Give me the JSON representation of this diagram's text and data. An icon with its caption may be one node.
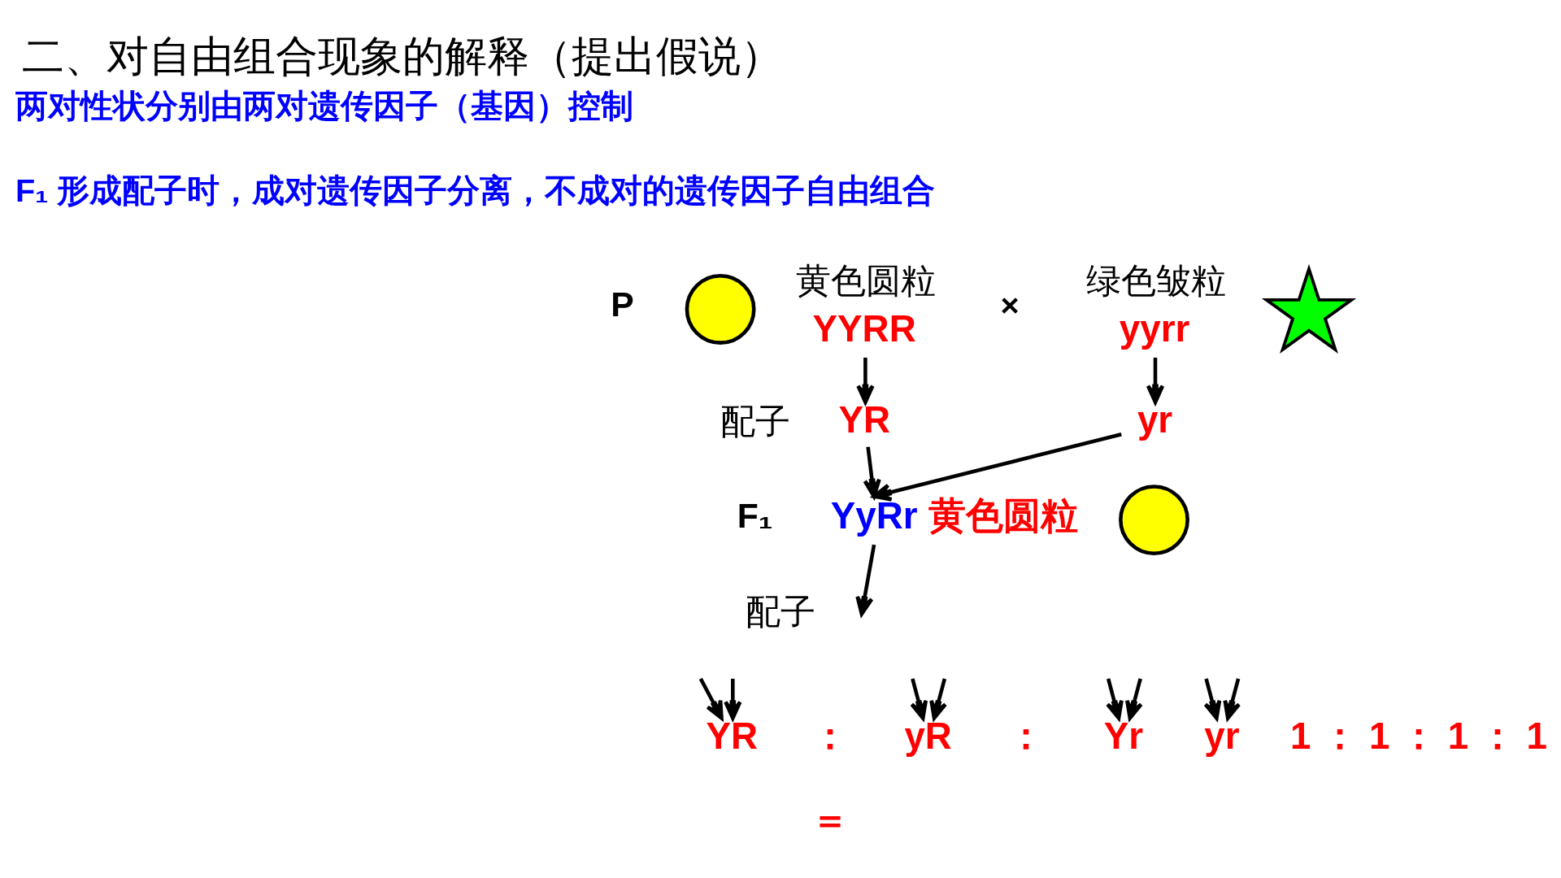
{
  "diagram": {
    "title": "二、对自由组合现象的解释（提出假说）",
    "nodes": [
      {
        "text": [],
        "shape": "circle"
      },
      {
        "text": [
          "YYRR"
        ],
        "beside": [
          "黄色圆粒"
        ]
      },
      {
        "text": [
          "yyrr"
        ],
        "beside": [
          "绿色皱粒"
        ]
      },
      {
        "text": [],
        "shape": "star"
      },
      {
        "text": [
          "YR"
        ]
      },
      {
        "text": [
          "yr"
        ]
      },
      {
        "text": [
          "YyRr"
        ],
        "beside": [
          "黄色圆粒"
        ]
      },
      {
        "text": [],
        "shape": "circle"
      },
      {
        "text": [
          "YR"
        ]
      },
      {
        "text": [
          "yR"
        ]
      },
      {
        "text": [
          "Yr"
        ]
      },
      {
        "text": [
          "yr"
        ]
      }
    ],
    "edges": [
      {
        "from": 1,
        "to": 4,
        "arrow": "to"
      },
      {
        "from": 2,
        "to": 5,
        "arrow": "to"
      },
      {
        "from": 4,
        "to": 6,
        "arrow": "to"
      },
      {
        "from": 5,
        "to": 6,
        "arrow": "to"
      },
      {
        "from": 6,
        "to": null,
        "arrow": "to"
      },
      {
        "from": null,
        "to": 8,
        "arrow": "to"
      },
      {
        "from": null,
        "to": 10,
        "arrow": "to"
      },
      {
        "from": null,
        "to": 9,
        "arrow": "to"
      },
      {
        "from": null,
        "to": 11,
        "arrow": "to"
      },
      {
        "from": null,
        "to": 8,
        "arrow": "to"
      },
      {
        "from": null,
        "to": 9,
        "arrow": "to"
      },
      {
        "from": null,
        "to": 10,
        "arrow": "to"
      },
      {
        "from": null,
        "to": 11,
        "arrow": "to"
      }
    ],
    "labels": [
      "两对性状分别由两对遗传因子（基因）控制",
      "F₁ 形成配子时，成对遗传因子分离，不成对的遗传因子自由组合",
      "P",
      "×",
      "配子",
      "F₁",
      "配子",
      "：",
      "：",
      "1 ： 1 ： 1 ： 1",
      "＝"
    ]
  }
}
